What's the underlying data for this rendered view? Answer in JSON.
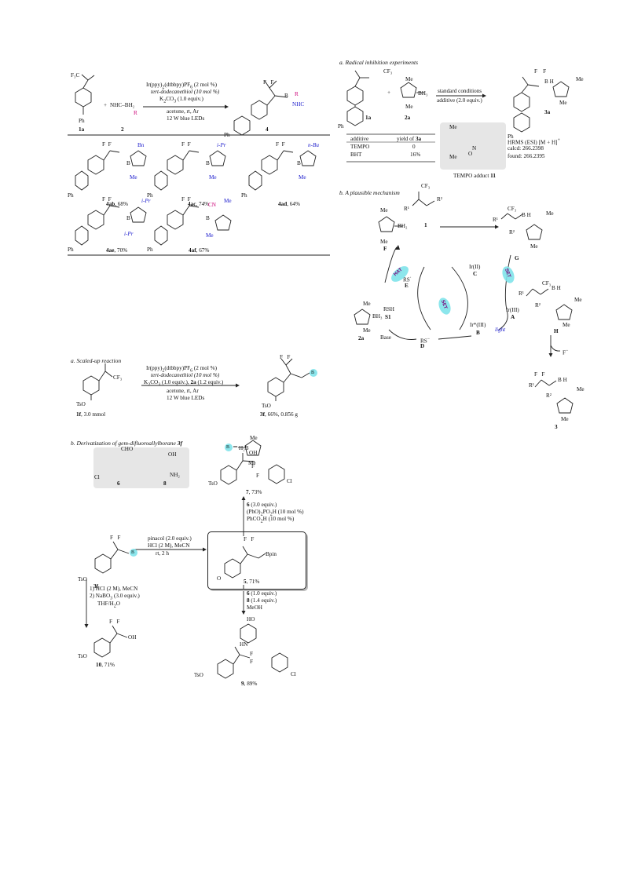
{
  "panelA_right": {
    "heading": "a. Radical inhibition experiments",
    "cond1": "standard conditions",
    "cond2": "additive (2.0 equiv.)",
    "lbl_1a": "1a",
    "lbl_2a": "2a",
    "lbl_3a": "3a",
    "table": {
      "h1": "additive",
      "h2": "yield of",
      "h2b": "3a",
      "rows": [
        [
          "TEMPO",
          "0"
        ],
        [
          "BHT",
          "16%"
        ]
      ]
    },
    "hrms": "HRMS (ESI) [M + H]",
    "calcd": "calcd: 266.2398",
    "found": "found: 266.2395",
    "adduct": "TEMPO adduct",
    "adduct_num": "11"
  },
  "scheme_top": {
    "cat": "Ir(ppy)",
    "cat2": "(dtbbpy)PF",
    "mol": " (2 mol %)",
    "thiol": "tert-dodecanethiol (10 mol %)",
    "base": "K",
    "base2": "CO",
    "base3": " (1.0 equiv.)",
    "solv": "acetone, rt, Ar",
    "light": "12 W blue LEDs",
    "lbl_1a": "1a",
    "lbl_2": "2",
    "lbl_4": "4",
    "products": [
      {
        "id": "4ab",
        "y": "68%",
        "sub": "Bn"
      },
      {
        "id": "4ac",
        "y": "74%",
        "sub": "i-Pr"
      },
      {
        "id": "4ad",
        "y": "64%",
        "sub": "n-Bu"
      },
      {
        "id": "4ae",
        "y": "70%",
        "sub": "i-Pr"
      },
      {
        "id": "4af",
        "y": "67%",
        "sub": "CN"
      }
    ]
  },
  "mechanism": {
    "heading": "b. A plausible mechanism",
    "F": "F",
    "G": "G",
    "H": "H",
    "E": "E",
    "C": "C",
    "A": "A",
    "B": "B",
    "D": "D",
    "S1": "S1",
    "n1": "1",
    "n2a": "2a",
    "n3": "3",
    "HAT": "HAT",
    "SET1": "SET",
    "SET2": "SET",
    "IrII": "Ir(II)",
    "IrIII": "Ir(III)",
    "IrStar": "Ir*(III)",
    "light": "light",
    "RS": "RS",
    "RSH": "RSH",
    "Base": "Base",
    "RSminus": "RS"
  },
  "scaleup": {
    "heading": "a. Scaled-up reaction",
    "l1": "Ir(ppy)",
    "l2": "tert-dodecanethiol (10 mol %)",
    "l3": "K",
    "l4": "acetone, rt, Ar",
    "l5": "12 W blue LEDs",
    "sm": "1f",
    "sm_amt": ", 3.0 mmol",
    "prod": "3f",
    "prod_amt": ", 66%, 0.856 g"
  },
  "deriv": {
    "heading": "b. Derivatization of gem-difluoroallylborane",
    "heading_num": "3f",
    "c6": "6",
    "c8": "8",
    "step1a": "pinacol (2.0 equiv.)",
    "step1b": "HCl (2 M), MeCN",
    "step1c": "rt, 2 h",
    "p5": "5",
    "p5y": ", 71%",
    "up1": "(3.0 equiv.)",
    "up2": "(PhO)",
    "up3": "PhCO",
    "up3b": "H (10 mol %)",
    "p7": "7",
    "p7y": ", 73%",
    "dn1": "(1.0 equiv.)",
    "dn2": "(1.4 equiv.)",
    "dn3": "MeOH",
    "p9": "9",
    "p9y": ", 89%",
    "ox1": "1) HCl (2 M), MeCN",
    "ox2": "2) NaBO",
    "ox2b": " (3.0 equiv.)",
    "ox3": "THF/H",
    "p10": "10",
    "p10y": ", 71%",
    "sm": "3f"
  }
}
